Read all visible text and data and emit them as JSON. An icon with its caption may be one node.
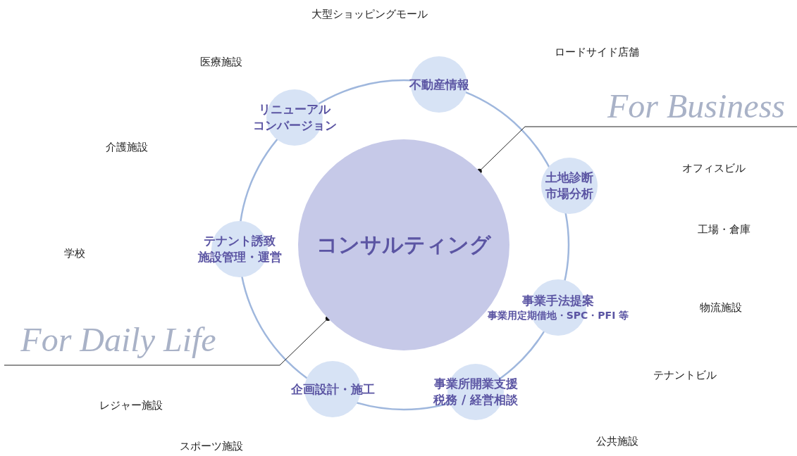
{
  "diagram": {
    "nodes": [
      {
        "text": [
          "コンサルティング"
        ]
      },
      {
        "text": [
          "不動産情報"
        ]
      },
      {
        "text": [
          "土地診断",
          "市場分析"
        ]
      },
      {
        "text": [
          "事業手法提案",
          "事業用定期借地・SPC・PFI 等"
        ]
      },
      {
        "text": [
          "事業所開業支援",
          "税務 / 経営相談"
        ]
      },
      {
        "text": [
          "企画設計・施工"
        ]
      },
      {
        "text": [
          "テナント誘致",
          "施設管理・運営"
        ]
      },
      {
        "text": [
          "リニューアル",
          "コンバージョン"
        ]
      },
      {
        "text": [
          "For Business"
        ]
      },
      {
        "text": [
          "For Daily Life"
        ]
      }
    ],
    "edges": [
      {
        "from": 8,
        "to": 0,
        "arrow": "other"
      },
      {
        "from": 9,
        "to": 0,
        "arrow": "other"
      }
    ],
    "labels": [
      "大型ショッピングモール",
      "ロードサイド店舗",
      "医療施設",
      "介護施設",
      "オフィスビル",
      "工場・倉庫",
      "学校",
      "物流施設",
      "テナントビル",
      "レジャー施設",
      "公共施設",
      "スポーツ施設"
    ]
  }
}
